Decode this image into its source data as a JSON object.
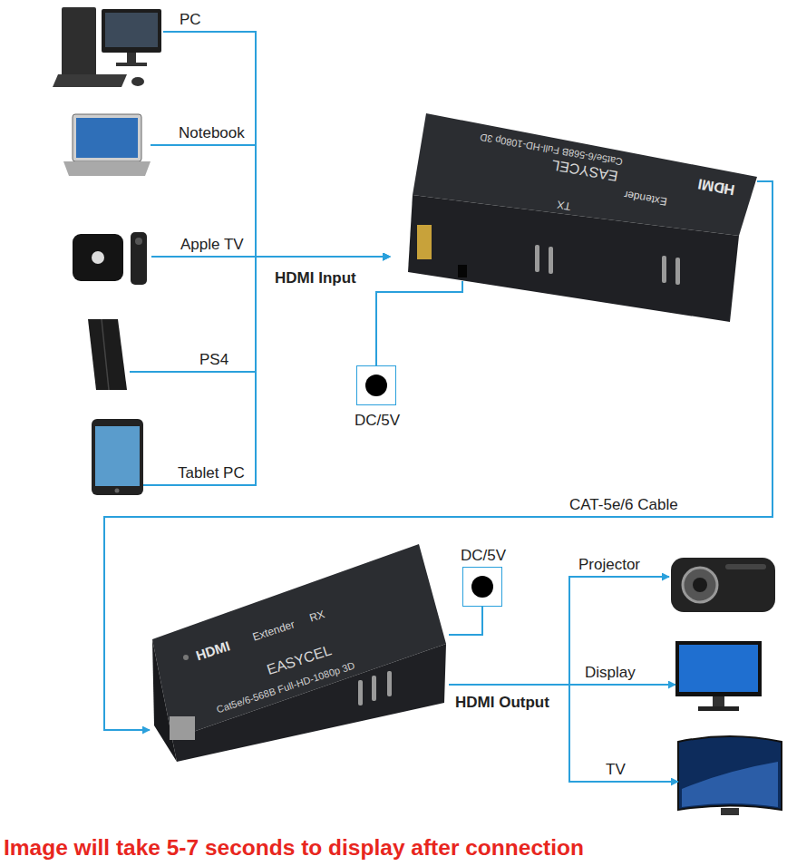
{
  "diagram": {
    "caption": "Image will take 5-7 seconds to display after connection",
    "nodes": [
      {
        "text": [
          "PC"
        ]
      },
      {
        "text": [
          "Notebook"
        ]
      },
      {
        "text": [
          "Apple TV"
        ]
      },
      {
        "text": [
          "PS4"
        ]
      },
      {
        "text": [
          "Tablet PC"
        ]
      },
      {
        "text": [
          "HDMI",
          "Extender",
          "TX",
          "EASYCEL",
          "Cat5e/6-568B Full-HD-1080p 3D"
        ]
      },
      {
        "text": [
          "DC/5V"
        ]
      },
      {
        "text": [
          "DC/5V"
        ]
      },
      {
        "text": [
          "HDMI",
          "Extender",
          "RX",
          "EASYCEL",
          "Cat5e/6-568B Full-HD-1080p 3D"
        ]
      },
      {
        "text": [
          "Projector"
        ]
      },
      {
        "text": [
          "Display"
        ]
      },
      {
        "text": [
          "TV"
        ]
      }
    ],
    "edges": [
      {
        "from": 0,
        "to": 5,
        "arrow": "to"
      },
      {
        "from": 1,
        "to": 5,
        "arrow": "to"
      },
      {
        "from": 2,
        "to": 5,
        "arrow": "to",
        "label": "HDMI Input"
      },
      {
        "from": 3,
        "to": 5,
        "arrow": "to"
      },
      {
        "from": 4,
        "to": 5,
        "arrow": "to"
      },
      {
        "from": 6,
        "to": 5,
        "arrow": "none"
      },
      {
        "from": 5,
        "to": 8,
        "arrow": "to",
        "label": "CAT-5e/6 Cable"
      },
      {
        "from": 7,
        "to": 8,
        "arrow": "none"
      },
      {
        "from": 8,
        "to": 9,
        "arrow": "to"
      },
      {
        "from": 8,
        "to": 10,
        "arrow": "to",
        "label": "HDMI Output"
      },
      {
        "from": 8,
        "to": 11,
        "arrow": "to"
      }
    ]
  }
}
